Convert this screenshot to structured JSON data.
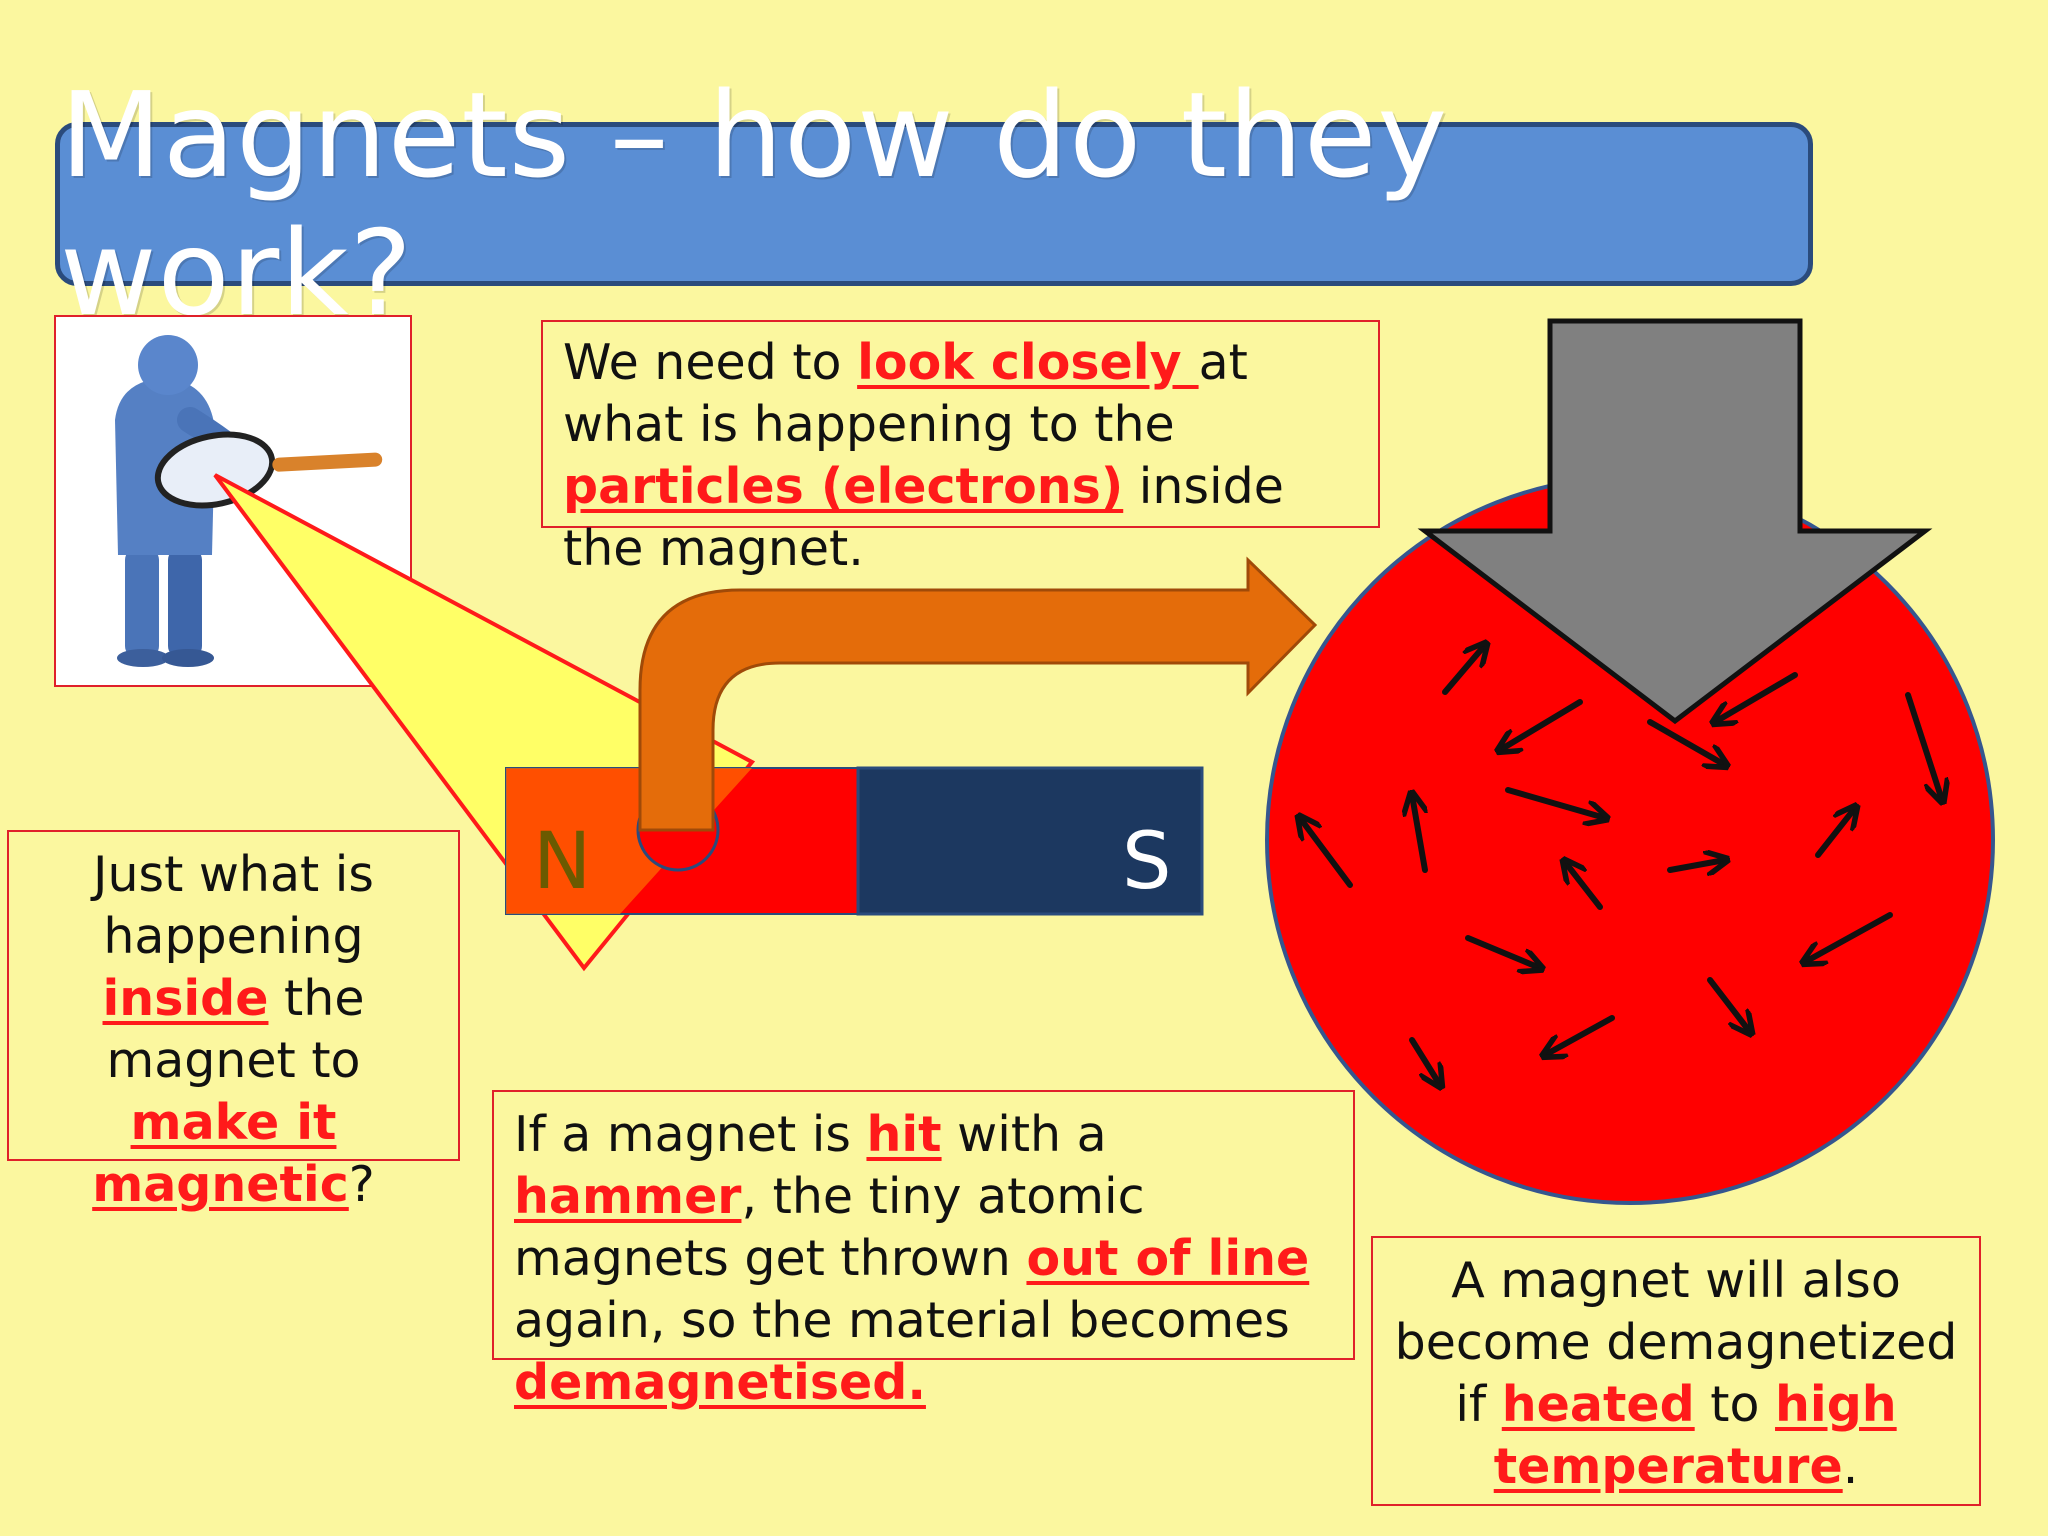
{
  "title": "Magnets – how do they work?",
  "box_top": {
    "parts": [
      {
        "t": "We need to ",
        "hl": false
      },
      {
        "t": "look closely ",
        "hl": true
      },
      {
        "t": "at what is happening to the ",
        "hl": false
      },
      {
        "t": "particles (electrons)",
        "hl": true
      },
      {
        "t": " inside the magnet.",
        "hl": false
      }
    ]
  },
  "box_left": {
    "parts": [
      {
        "t": "Just what is happening ",
        "hl": false
      },
      {
        "t": "inside",
        "hl": true
      },
      {
        "t": " the magnet to ",
        "hl": false
      },
      {
        "t": "make it magnetic",
        "hl": true
      },
      {
        "t": "?",
        "hl": false
      }
    ]
  },
  "box_hammer": {
    "parts": [
      {
        "t": "If a magnet is ",
        "hl": false
      },
      {
        "t": "hit",
        "hl": true
      },
      {
        "t": " with a ",
        "hl": false
      },
      {
        "t": "hammer",
        "hl": true
      },
      {
        "t": ", the tiny atomic magnets get thrown ",
        "hl": false
      },
      {
        "t": "out of line ",
        "hl": true
      },
      {
        "t": "again, so the material becomes ",
        "hl": false
      },
      {
        "t": "demagnetised.",
        "hl": true
      }
    ]
  },
  "box_heat": {
    "parts": [
      {
        "t": "A magnet will also become demagnetized if ",
        "hl": false
      },
      {
        "t": "heated",
        "hl": true
      },
      {
        "t": " to ",
        "hl": false
      },
      {
        "t": "high temperature",
        "hl": true
      },
      {
        "t": ".",
        "hl": false
      }
    ]
  },
  "magnet": {
    "north": "N",
    "south": "S"
  },
  "colors": {
    "background": "#fbf79f",
    "title_bg": "#5a8ed4",
    "highlight": "#ff1a1a",
    "magnet_red": "#ff0000",
    "magnet_blue": "#1c3860",
    "arrow_orange": "#e46c0a",
    "hammer_arrow_gray": "#808080"
  },
  "icons": [
    "person-with-magnifier-icon",
    "orange-bent-arrow-icon",
    "gray-down-arrow-icon",
    "atomic-arrow-icon"
  ]
}
